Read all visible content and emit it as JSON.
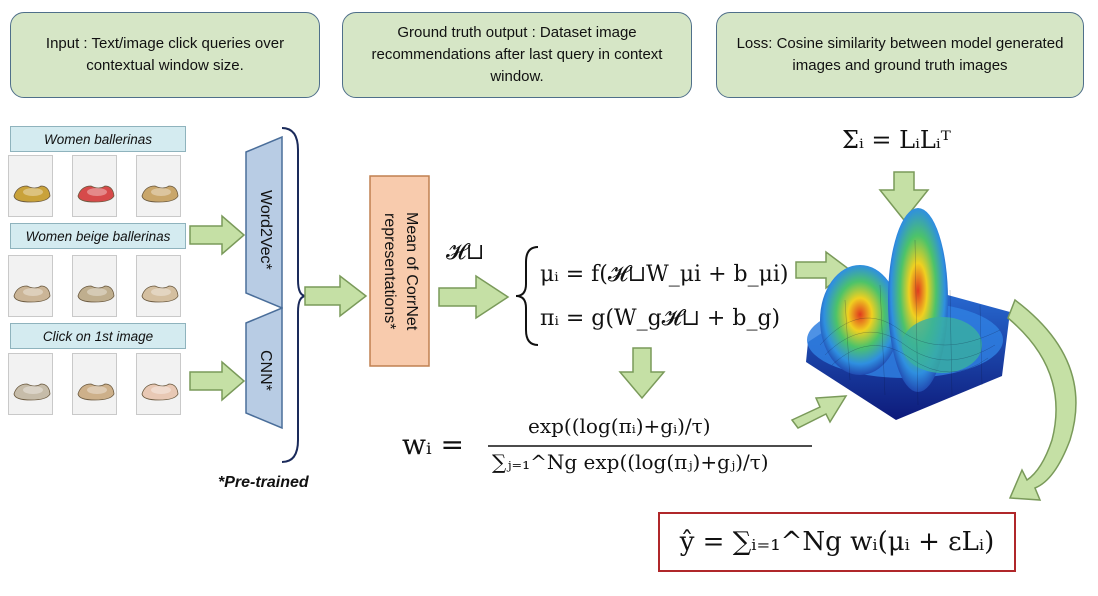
{
  "boxes": {
    "input": "Input : Text/image click queries over contextual window size.",
    "ground_truth": "Ground truth output : Dataset image recommendations after last query in context window.",
    "loss": "Loss: Cosine similarity between model generated images and ground truth images"
  },
  "queries": [
    {
      "label": "Women ballerinas",
      "shoe_colors": [
        "#c9a23a",
        "#d64a4a",
        "#c9a66a"
      ]
    },
    {
      "label": "Women beige ballerinas",
      "shoe_colors": [
        "#cbb597",
        "#bfae8e",
        "#d4bfa0"
      ]
    },
    {
      "label": "Click on 1st image",
      "shoe_colors": [
        "#c6bca9",
        "#cdb08a",
        "#e8c8b4"
      ]
    }
  ],
  "encoders": {
    "word2vec": "Word2Vec*",
    "cnn": "CNN*",
    "pretrained_note": "*Pre-trained"
  },
  "mean_box": "Mean of CorrNet representations*",
  "equations": {
    "h": "𝓗⊔",
    "mu": "μᵢ = f(𝓗⊔W_μi + b_μi)",
    "pi": "πᵢ = g(W_g𝓗⊔ + b_g)",
    "sigma": "Σᵢ = LᵢLᵢᵀ",
    "w_lhs": "wᵢ =",
    "w_num": "exp((log(πᵢ)+gᵢ)/τ)",
    "w_den": "∑ⱼ₌₁^Ng exp((log(πⱼ)+gⱼ)/τ)",
    "y_hat": "ŷ = ∑ᵢ₌₁^Ng wᵢ(μᵢ + εLᵢ)"
  },
  "colors": {
    "box_fill": "#d6e6c6",
    "arrow_fill": "#c5e0a5",
    "arrow_stroke": "#7a9a5a",
    "encoder_fill": "#b8cce4",
    "mean_fill": "#f8cbad",
    "label_fill": "#d4ebf0",
    "result_border": "#b0272a"
  }
}
